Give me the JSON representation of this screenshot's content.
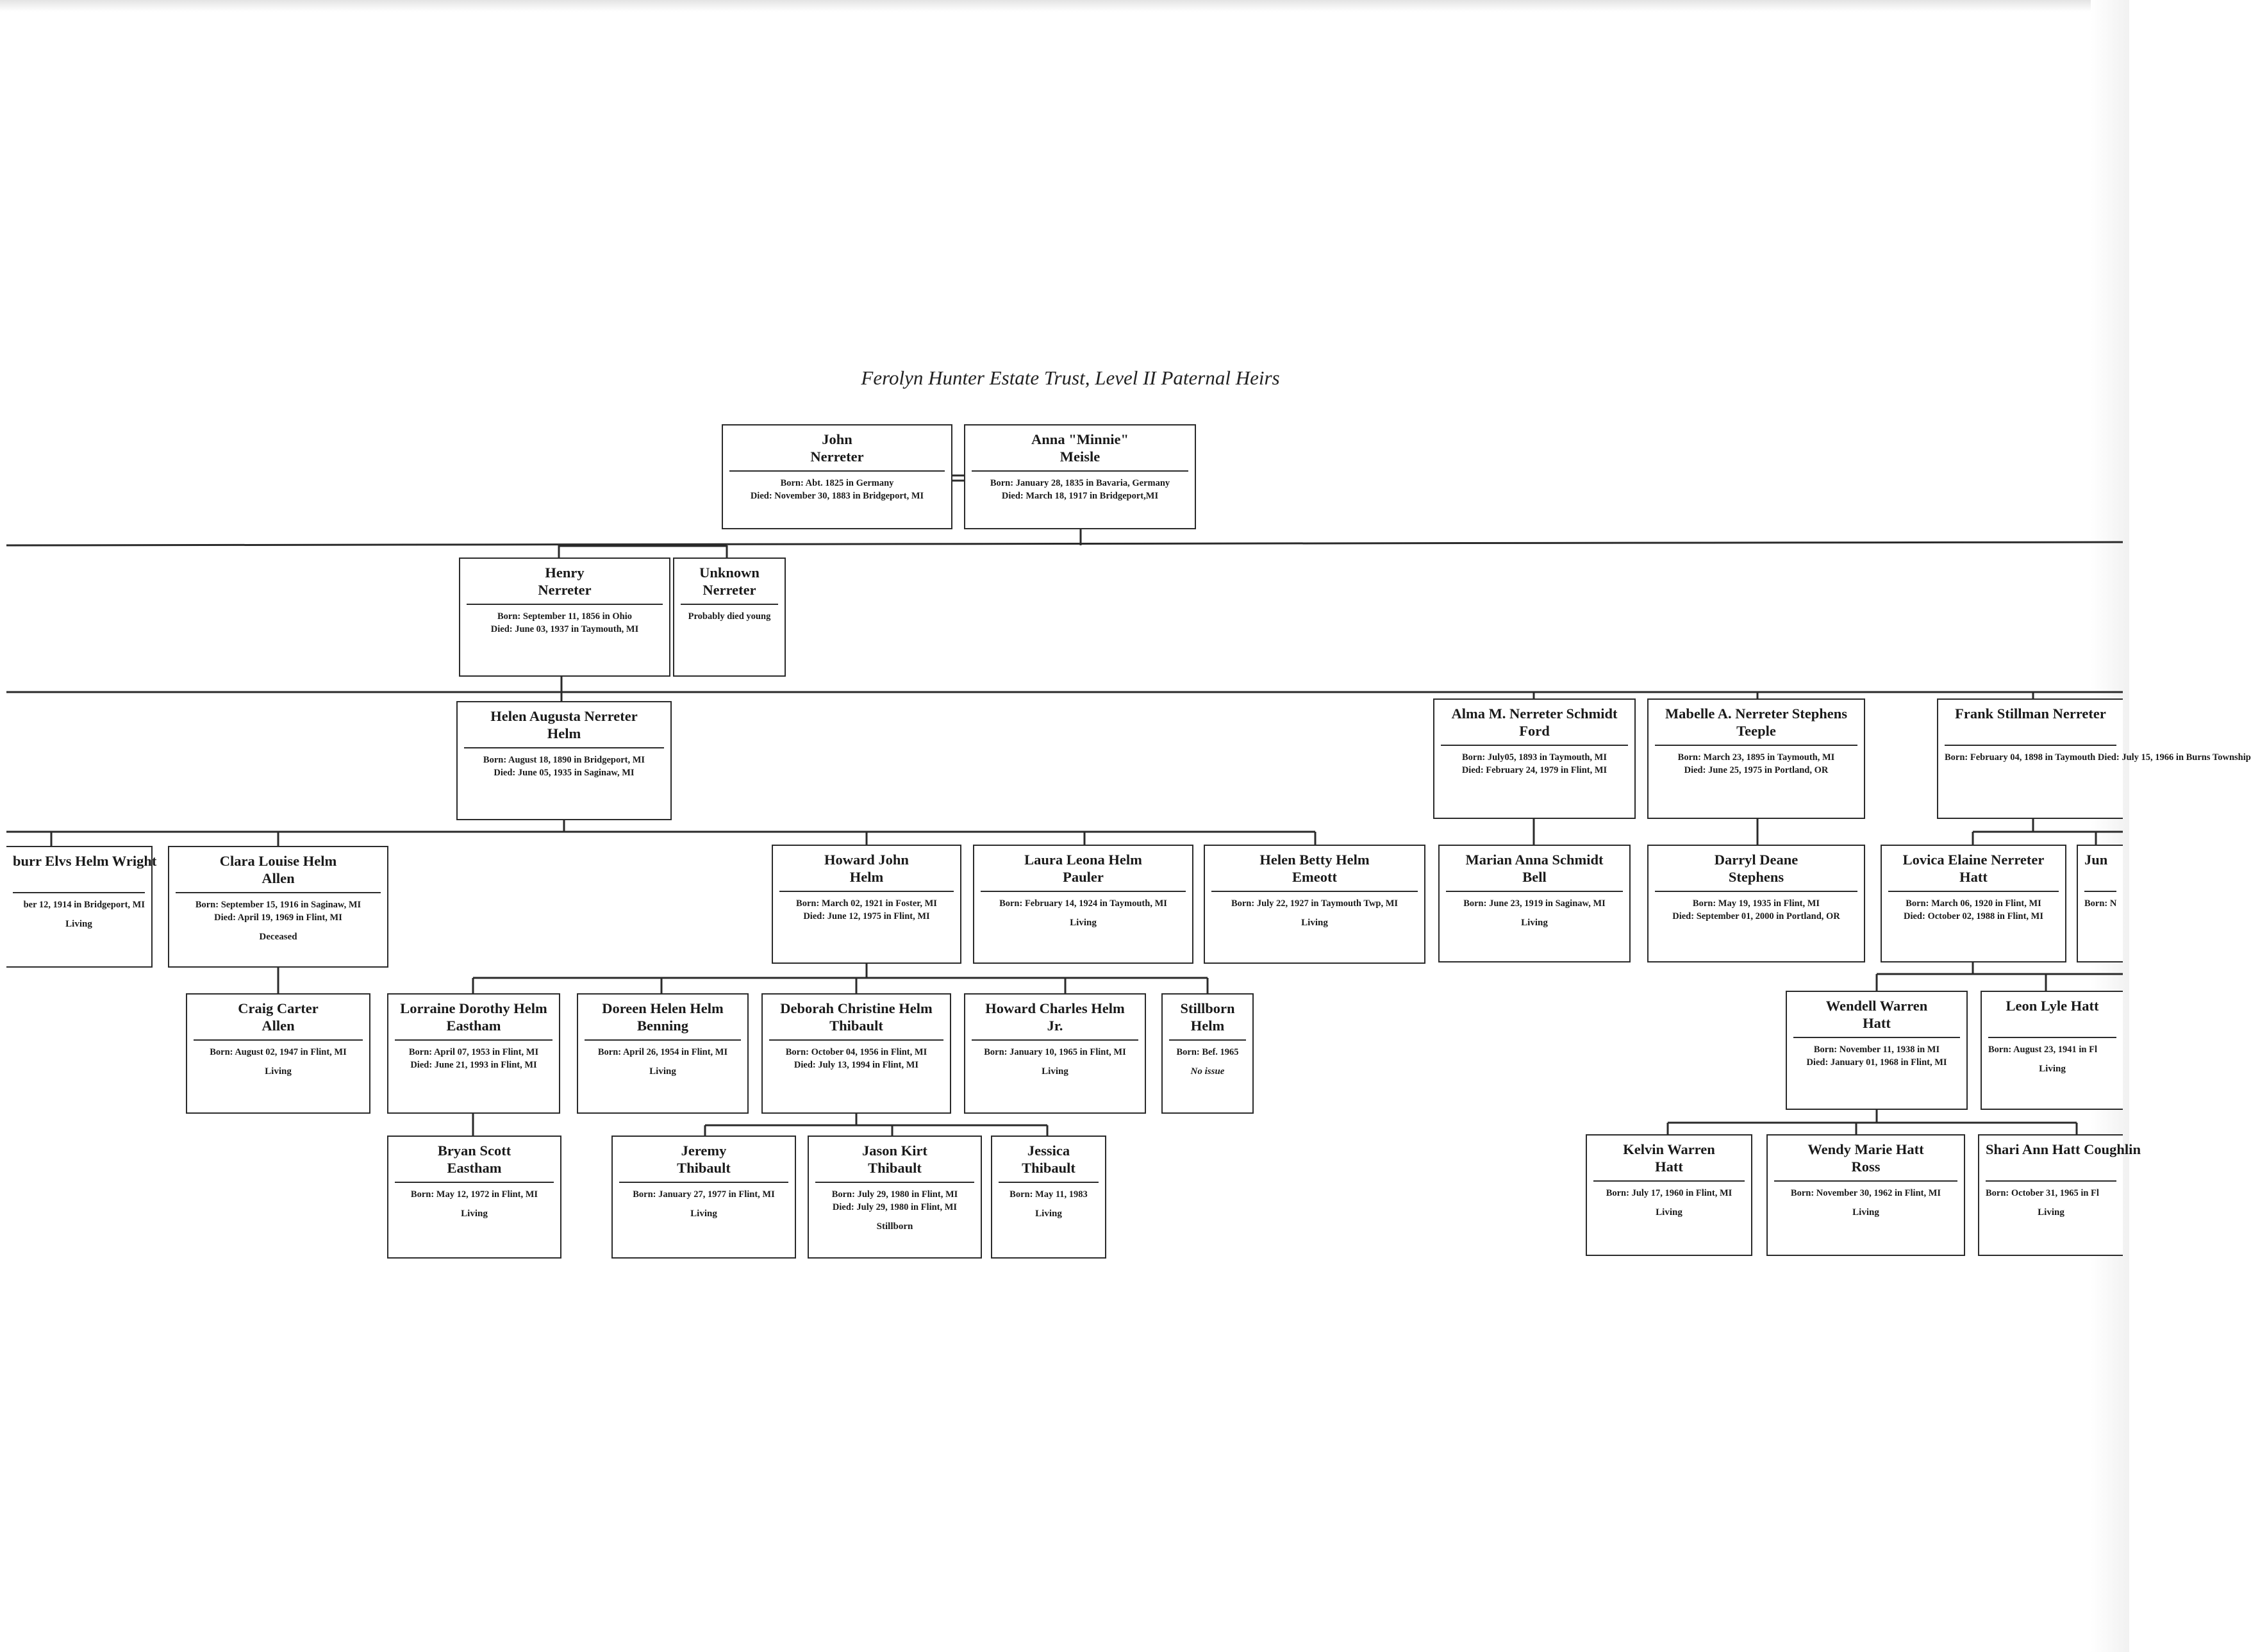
{
  "title": "Ferolyn Hunter Estate Trust, Level II Paternal Heirs",
  "people": {
    "john": {
      "name": "John\nNerreter",
      "dates": "Born: Abt. 1825 in Germany\nDied: November 30, 1883 in Bridgeport, MI",
      "status": ""
    },
    "anna": {
      "name": "Anna \"Minnie\"\nMeisle",
      "dates": "Born: January 28, 1835 in Bavaria, Germany\nDied: March 18, 1917 in Bridgeport,MI",
      "status": ""
    },
    "henry": {
      "name": "Henry\nNerreter",
      "dates": "Born: September 11, 1856 in Ohio\nDied: June 03, 1937 in Taymouth, MI",
      "status": ""
    },
    "unknown": {
      "name": "Unknown\nNerreter",
      "dates": "Probably died young",
      "status": ""
    },
    "helen_augusta": {
      "name": "Helen Augusta Nerreter\nHelm",
      "dates": "Born: August 18, 1890 in Bridgeport, MI\nDied: June 05, 1935 in Saginaw, MI",
      "status": ""
    },
    "alma": {
      "name": "Alma M. Nerreter Schmidt\nFord",
      "dates": "Born: July05, 1893 in Taymouth, MI\nDied: February 24, 1979 in Flint, MI",
      "status": ""
    },
    "mabelle": {
      "name": "Mabelle A. Nerreter Stephens\nTeeple",
      "dates": "Born: March 23, 1895 in Taymouth, MI\nDied: June 25, 1975 in Portland, OR",
      "status": ""
    },
    "frank": {
      "name": "Frank Stillman\nNerreter",
      "dates": "Born: February 04, 1898 in Taymouth\nDied: July 15, 1966 in Burns Township",
      "status": ""
    },
    "burr": {
      "name": "burr Elvs Helm\nWright",
      "dates": "ber 12, 1914 in Bridgeport, MI",
      "status": "Living"
    },
    "clara": {
      "name": "Clara Louise Helm\nAllen",
      "dates": "Born: September 15, 1916 in Saginaw, MI\nDied: April 19, 1969 in Flint, MI",
      "status": "Deceased"
    },
    "howard_john": {
      "name": "Howard John\nHelm",
      "dates": "Born: March 02, 1921 in Foster, MI\nDied: June 12, 1975 in Flint, MI",
      "status": ""
    },
    "laura": {
      "name": "Laura Leona Helm\nPauler",
      "dates": "Born: February 14, 1924 in Taymouth, MI",
      "status": "Living"
    },
    "helen_betty": {
      "name": "Helen Betty Helm\nEmeott",
      "dates": "Born: July 22, 1927 in Taymouth Twp, MI",
      "status": "Living"
    },
    "marian": {
      "name": "Marian Anna Schmidt\nBell",
      "dates": "Born: June 23, 1919 in Saginaw, MI",
      "status": "Living"
    },
    "darryl": {
      "name": "Darryl Deane\nStephens",
      "dates": "Born: May 19, 1935 in Flint, MI\nDied: September 01, 2000 in Portland, OR",
      "status": ""
    },
    "lovica": {
      "name": "Lovica Elaine Nerreter\nHatt",
      "dates": "Born: March 06, 1920 in Flint, MI\nDied: October 02, 1988 in Flint, MI",
      "status": ""
    },
    "jun": {
      "name": "Jun",
      "dates": "Born: N",
      "status": ""
    },
    "craig": {
      "name": "Craig Carter\nAllen",
      "dates": "Born: August 02, 1947 in Flint, MI",
      "status": "Living"
    },
    "lorraine": {
      "name": "Lorraine Dorothy Helm\nEastham",
      "dates": "Born: April 07, 1953 in Flint, MI\nDied: June 21, 1993 in Flint, MI",
      "status": ""
    },
    "doreen": {
      "name": "Doreen Helen Helm\nBenning",
      "dates": "Born: April 26, 1954 in Flint, MI",
      "status": "Living"
    },
    "deborah": {
      "name": "Deborah Christine Helm\nThibault",
      "dates": "Born: October 04, 1956 in Flint, MI\nDied: July 13, 1994 in Flint, MI",
      "status": ""
    },
    "howard_jr": {
      "name": "Howard Charles Helm\nJr.",
      "dates": "Born: January 10, 1965 in Flint, MI",
      "status": "Living"
    },
    "stillborn": {
      "name": "Stillborn\nHelm",
      "dates": "Born: Bef. 1965",
      "status": "No issue"
    },
    "wendell": {
      "name": "Wendell Warren\nHatt",
      "dates": "Born: November 11, 1938 in MI\nDied: January 01, 1968 in Flint, MI",
      "status": ""
    },
    "leon": {
      "name": "Leon Lyle\nHatt",
      "dates": "Born: August 23, 1941 in Fl",
      "status": "Living"
    },
    "bryan": {
      "name": "Bryan Scott\nEastham",
      "dates": "Born: May 12, 1972 in Flint, MI",
      "status": "Living"
    },
    "jeremy": {
      "name": "Jeremy\nThibault",
      "dates": "Born: January 27, 1977 in Flint, MI",
      "status": "Living"
    },
    "jason": {
      "name": "Jason Kirt\nThibault",
      "dates": "Born: July 29, 1980 in Flint, MI\nDied: July 29, 1980 in Flint, MI",
      "status": "Stillborn"
    },
    "jessica": {
      "name": "Jessica\nThibault",
      "dates": "Born: May 11, 1983",
      "status": "Living"
    },
    "kelvin": {
      "name": "Kelvin Warren\nHatt",
      "dates": "Born: July 17, 1960 in Flint, MI",
      "status": "Living"
    },
    "wendy": {
      "name": "Wendy Marie Hatt\nRoss",
      "dates": "Born: November 30, 1962 in Flint, MI",
      "status": "Living"
    },
    "shari": {
      "name": "Shari Ann Hatt\nCoughlin",
      "dates": "Born: October 31, 1965 in Fl",
      "status": "Living"
    }
  }
}
